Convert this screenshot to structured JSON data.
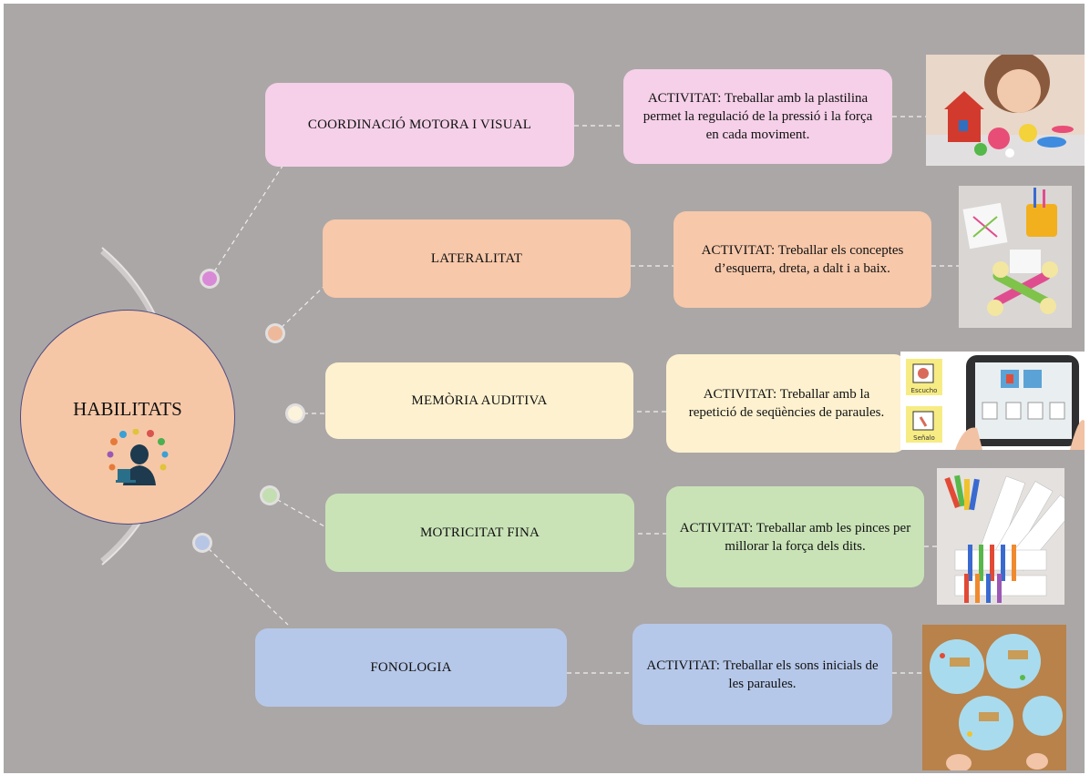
{
  "center": {
    "title": "HABILITATS",
    "color": "#f6c7a6",
    "border": "#4d4b84"
  },
  "icons": {
    "center_icon": "person-thinking-icon"
  },
  "rows": [
    {
      "skill": "COORDINACIÓ MOTORA I VISUAL",
      "activity": "ACTIVITAT: Treballar amb la plastilina permet la regulació de la pressió i la força en cada moviment.",
      "color": "#f5d0e8",
      "dot": "#d98ad6",
      "photo": "child playing with plasticine"
    },
    {
      "skill": "LATERALITAT",
      "activity": "ACTIVITAT: Treballar els conceptes d’esquerra, dreta, a dalt i a baix.",
      "color": "#f7c8aa",
      "dot": "#eeb99a",
      "photo": "laterality cards with crossed sticks"
    },
    {
      "skill": "MEMÒRIA AUDITIVA",
      "activity": "ACTIVITAT: Treballar amb la repetició de seqüències de paraules.",
      "color": "#fdf1cf",
      "dot": "#fbf3dc",
      "photo": "tablet with pictogram sequence"
    },
    {
      "skill": "MOTRICITAT FINA",
      "activity": "ACTIVITAT: Treballar amb les pinces per millorar la força dels dits.",
      "color": "#c9e3b7",
      "dot": "#c3deb0",
      "photo": "clothespins on colour cards"
    },
    {
      "skill": "FONOLOGIA",
      "activity": "ACTIVITAT: Treballar els sons inicials de les paraules.",
      "color": "#b6c8e9",
      "dot": "#b8c6e6",
      "photo": "letter wheels with clips"
    }
  ],
  "pictogram_labels": {
    "top": "Escucho",
    "bottom": "Señalo"
  }
}
